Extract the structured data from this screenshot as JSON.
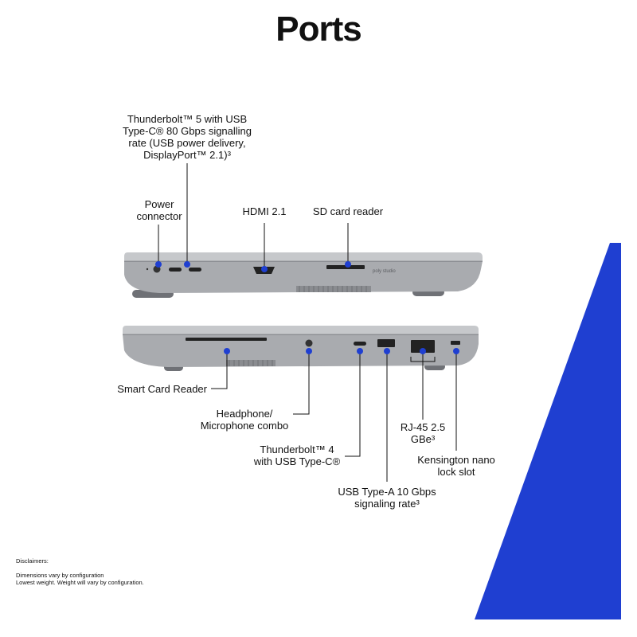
{
  "title": "Ports",
  "accent_color": "#1f3fd1",
  "laptop_color": "#a9abaf",
  "top_view": {
    "brand_text": "poly studio",
    "ports": [
      {
        "id": "power",
        "label": "Power connector"
      },
      {
        "id": "thunderbolt5",
        "label": "Thunderbolt™ 5 with USB Type-C® 80 Gbps signalling rate (USB power delivery, DisplayPort™ 2.1)³"
      },
      {
        "id": "hdmi",
        "label": "HDMI 2.1"
      },
      {
        "id": "sd",
        "label": "SD card reader"
      }
    ]
  },
  "bottom_view": {
    "ports": [
      {
        "id": "smartcard",
        "label": "Smart Card Reader"
      },
      {
        "id": "headphone",
        "label": "Headphone/ Microphone combo"
      },
      {
        "id": "thunderbolt4",
        "label": "Thunderbolt™ 4 with USB Type-C®"
      },
      {
        "id": "usba",
        "label": "USB Type-A 10 Gbps signaling rate³"
      },
      {
        "id": "rj45",
        "label": "RJ-45 2.5 GBe³"
      },
      {
        "id": "kensington",
        "label": "Kensington nano lock slot"
      }
    ]
  },
  "disclaimers": {
    "heading": "Disclaimers:",
    "line1": "Dimensions vary by configuration",
    "line2": "Lowest weight. Weight will vary by configuration."
  }
}
